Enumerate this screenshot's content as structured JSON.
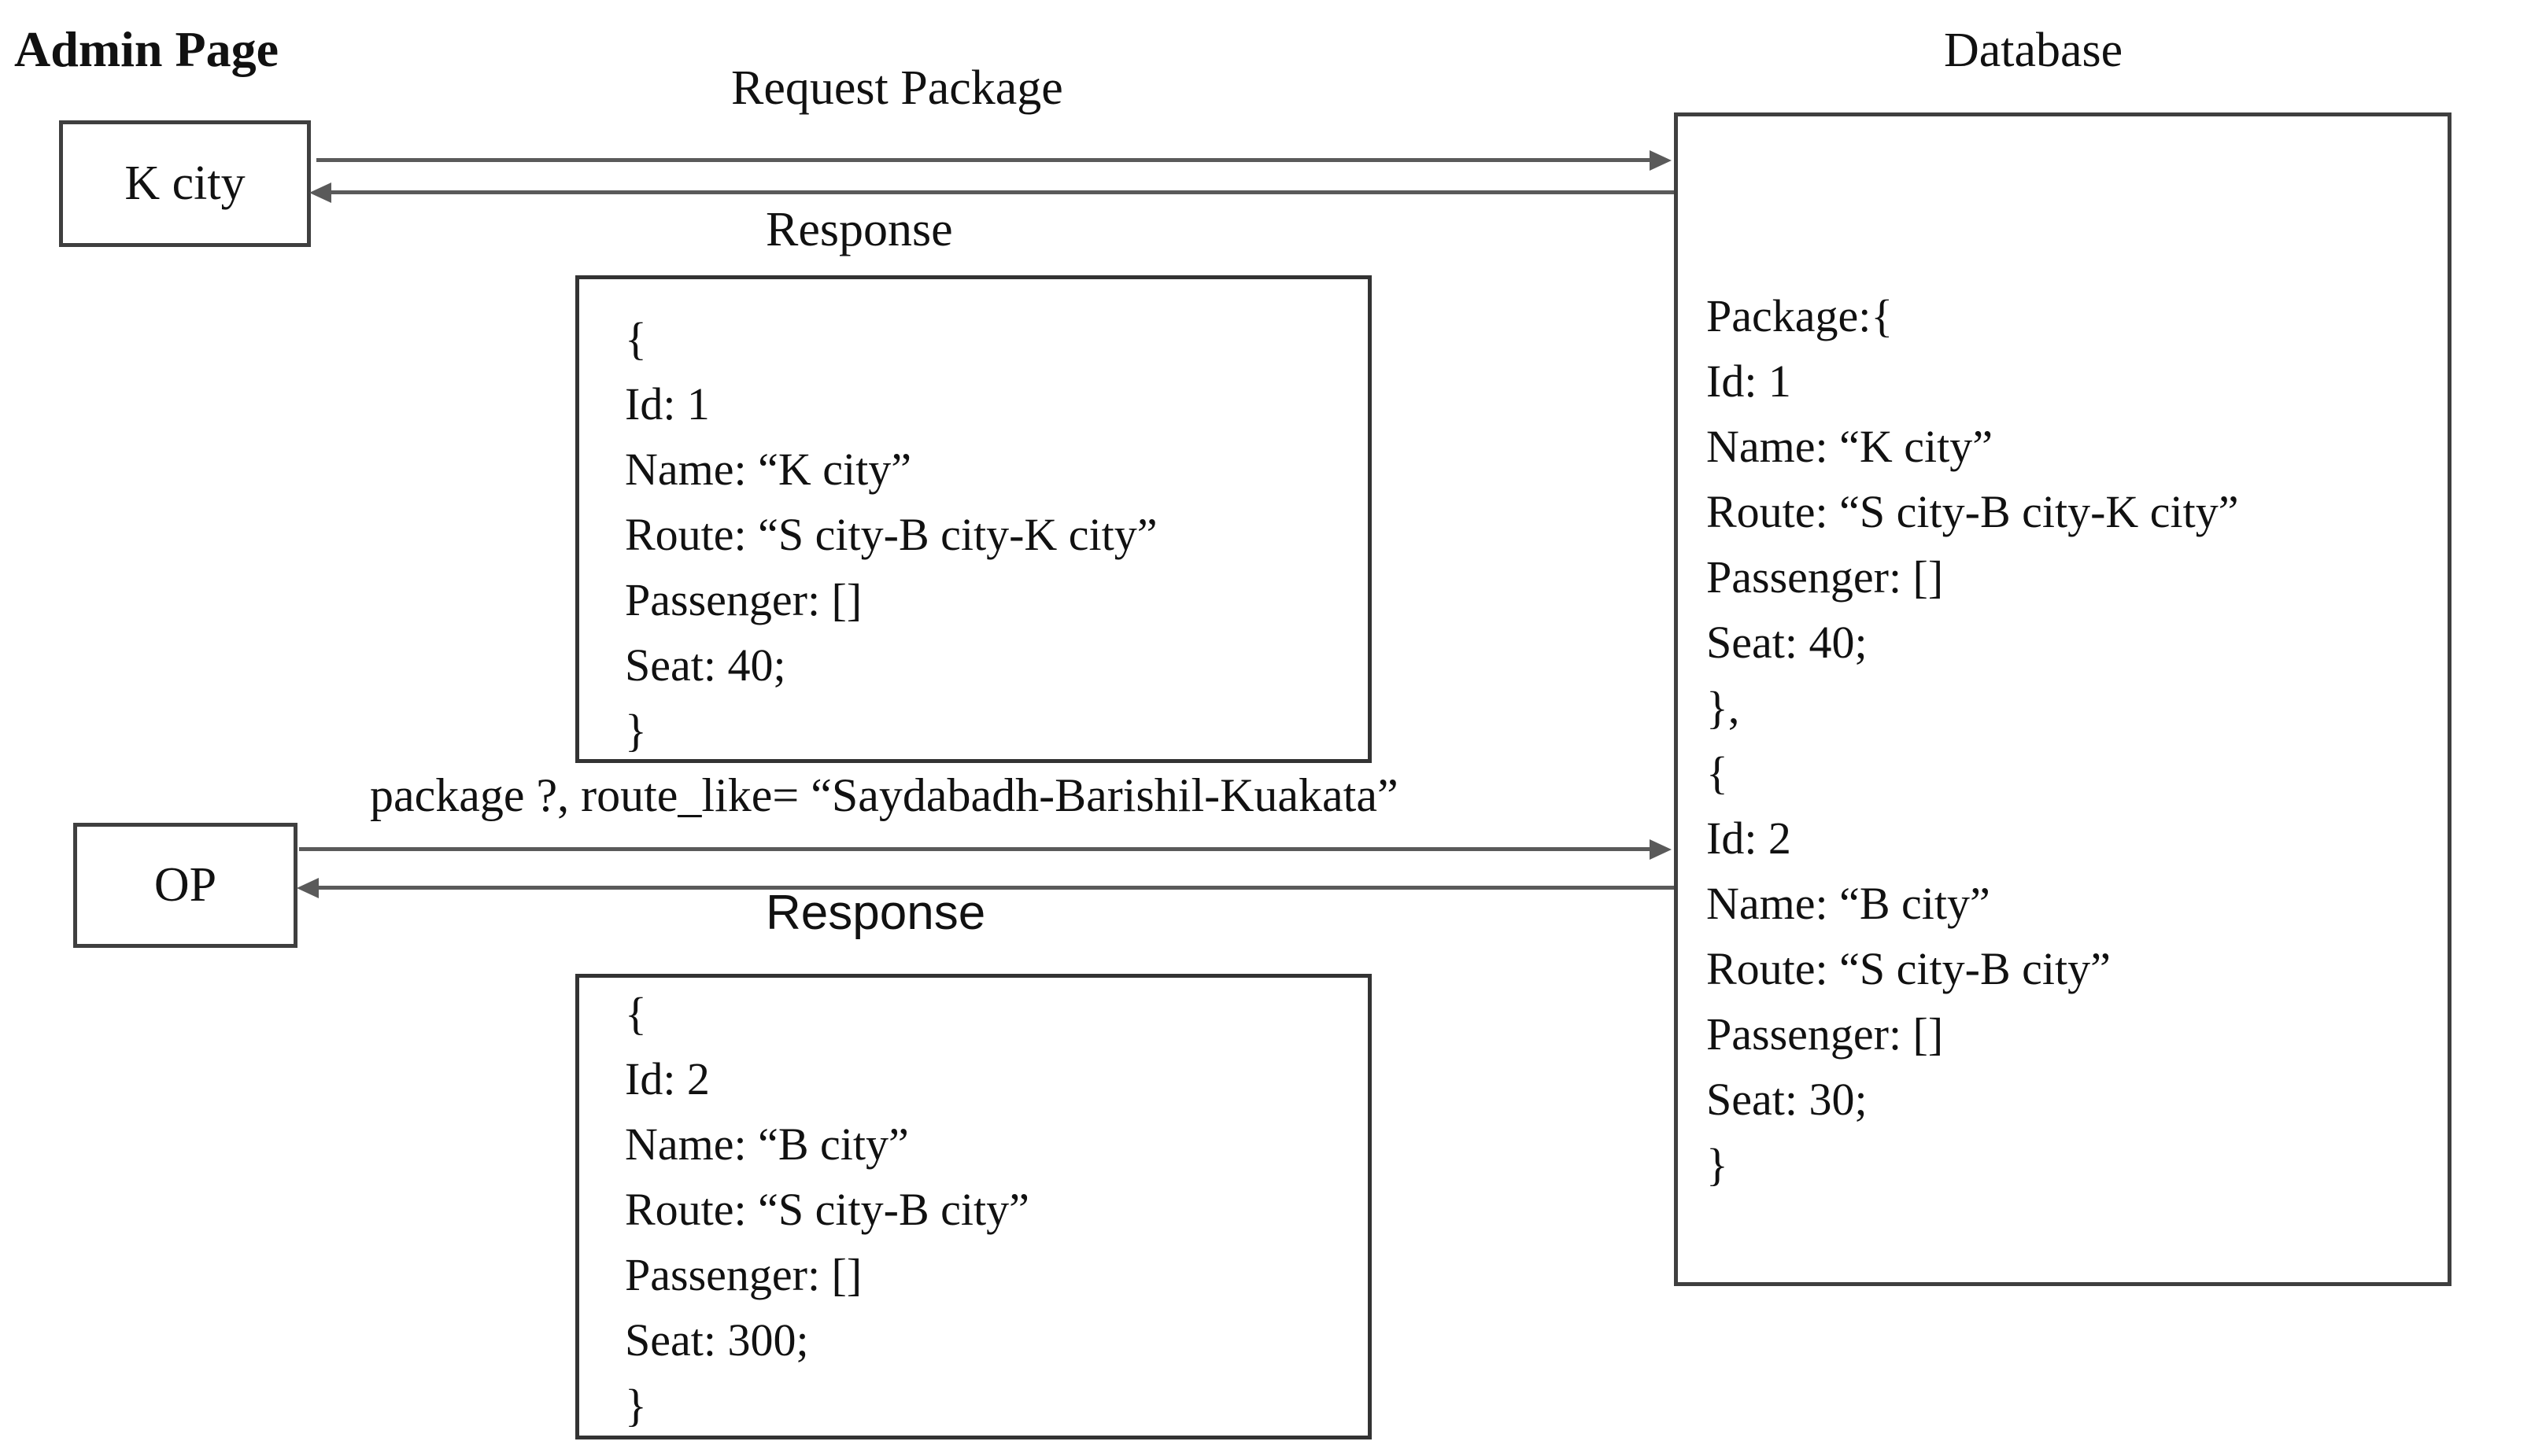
{
  "page": {
    "background": "#ffffff",
    "text_color": "#111111",
    "line_color": "#5a5a5a",
    "border_color": "#3f3f3f"
  },
  "lanes": {
    "left_title": "Admin Page",
    "right_title": "Database"
  },
  "actors": [
    {
      "label": "K city"
    },
    {
      "label": "OP"
    }
  ],
  "messages": {
    "request1": "Request Package",
    "response1": "Response",
    "request2": "package ?, route_like= “Saydabadh-Barishil-Kuakata”",
    "response2": "Response"
  },
  "response_box1": {
    "lines": [
      "{",
      "Id: 1",
      "Name: “K city”",
      "Route: “S city-B city-K city”",
      "Passenger: []",
      "Seat: 40;",
      "}"
    ]
  },
  "response_box2": {
    "lines": [
      "{",
      "Id: 2",
      "Name: “B city”",
      "Route: “S city-B city”",
      "Passenger: []",
      "Seat: 300;",
      "}"
    ]
  },
  "database_box": {
    "lines": [
      "Package:{",
      "Id: 1",
      "Name: “K city”",
      "Route: “S city-B city-K city”",
      "Passenger: []",
      "Seat: 40;",
      "},",
      "{",
      "Id: 2",
      "Name: “B city”",
      "Route: “S city-B city”",
      "Passenger: []",
      "Seat: 30;",
      "}"
    ]
  }
}
